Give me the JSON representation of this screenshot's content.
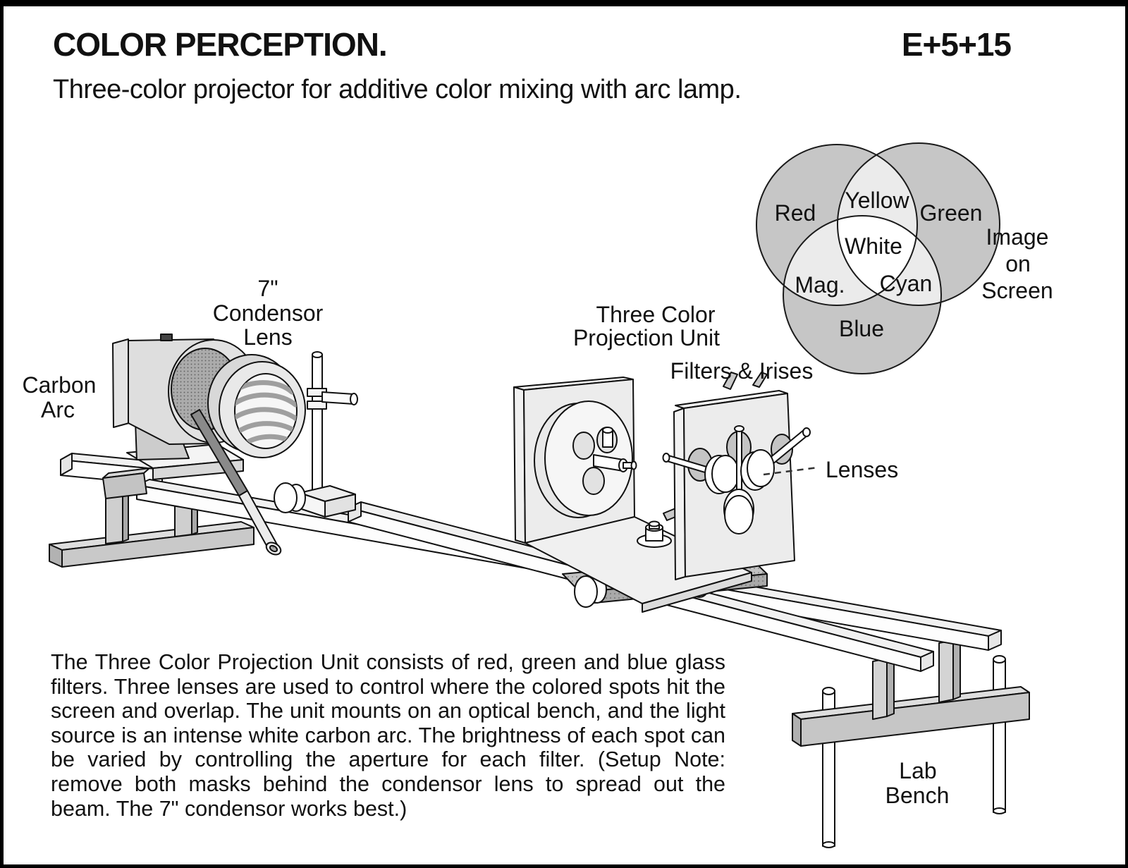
{
  "page": {
    "title": "COLOR PERCEPTION.",
    "catalog_code": "E+5+15",
    "subtitle": "Three-color projector for additive color mixing with arc lamp."
  },
  "venn": {
    "circle_labels": [
      "Red",
      "Green",
      "Blue"
    ],
    "overlap_labels": {
      "red_green": "Yellow",
      "center": "White",
      "red_blue": "Mag.",
      "green_blue": "Cyan"
    },
    "caption_lines": [
      "Image",
      "on",
      "Screen"
    ],
    "colors": {
      "circle": "#c6c6c6",
      "overlap": "#ebebeb",
      "center": "#ffffff",
      "outline": "#1a1a1a"
    }
  },
  "labels": {
    "carbon_arc_lines": [
      "Carbon",
      "Arc"
    ],
    "condensor_lines": [
      "7\"",
      "Condensor",
      "Lens"
    ],
    "projection_unit_lines": [
      "Three Color",
      "Projection Unit"
    ],
    "filters_irises": "Filters & Irises",
    "lenses": "Lenses",
    "lab_bench_lines": [
      "Lab",
      "Bench"
    ]
  },
  "description": "The Three Color Projection Unit consists of red, green and blue glass filters. Three lenses are used to control where the colored spots hit the screen and overlap. The unit mounts on an optical bench, and the light source is an intense white carbon arc.  The brightness of each spot can be varied by controlling the aperture for each filter. (Setup Note: remove both masks behind the condensor lens to spread out the beam. The 7\" condensor works best.)"
}
